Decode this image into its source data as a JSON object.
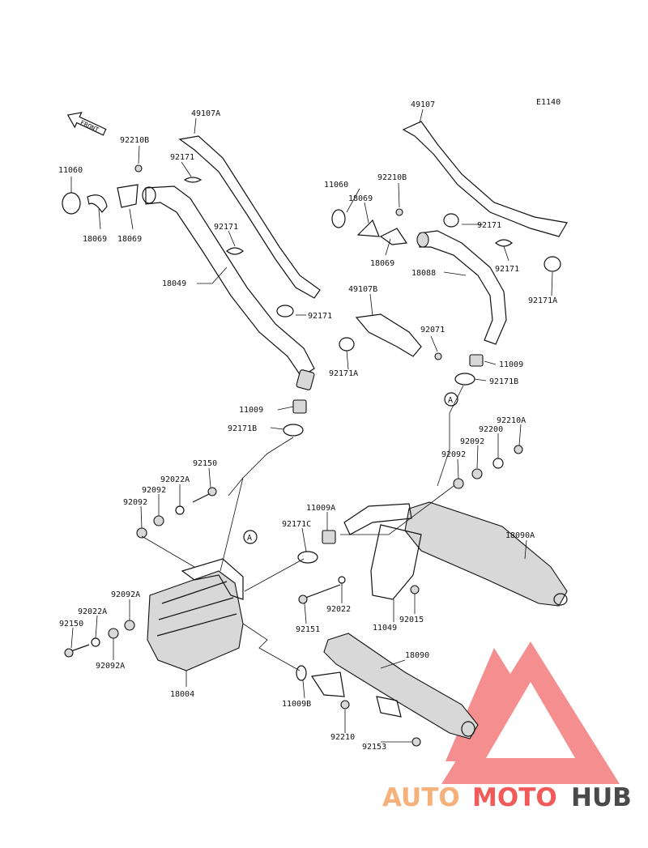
{
  "diagram_code": "E1140",
  "front_label": "FRONT",
  "ref_marker": "A",
  "watermark": {
    "word1": "AUTO",
    "word2": "MOTO",
    "word3": "HUB",
    "color_light": "#f6b07a",
    "color_red": "#f25a5a",
    "color_dark": "#4a4a4a"
  },
  "labels": {
    "l1": "49107A",
    "l2": "92210B",
    "l3": "11060",
    "l4": "92171",
    "l5": "18069",
    "l6": "18069",
    "l7": "92171",
    "l8": "18049",
    "l9": "92171",
    "l10": "11009",
    "l11": "92171B",
    "l12": "49107",
    "l13": "11060",
    "l14": "92210B",
    "l15": "18069",
    "l16": "92171",
    "l17": "18069",
    "l18": "92171",
    "l19": "18088",
    "l20": "92171A",
    "l21": "49107B",
    "l22": "92071",
    "l23": "92171A",
    "l24": "11009",
    "l25": "92171B",
    "l26": "92210A",
    "l27": "92200",
    "l28": "92092",
    "l29": "92092",
    "l30": "92150",
    "l31": "92022A",
    "l32": "92092",
    "l33": "92092",
    "l34": "11009A",
    "l35": "92171C",
    "l36": "18090A",
    "l37": "92022",
    "l38": "92151",
    "l39": "11049",
    "l40": "92015",
    "l41": "92092A",
    "l42": "92022A",
    "l43": "92150",
    "l44": "92092A",
    "l45": "18004",
    "l46": "18090",
    "l47": "11009B",
    "l48": "92210",
    "l49": "92153"
  }
}
